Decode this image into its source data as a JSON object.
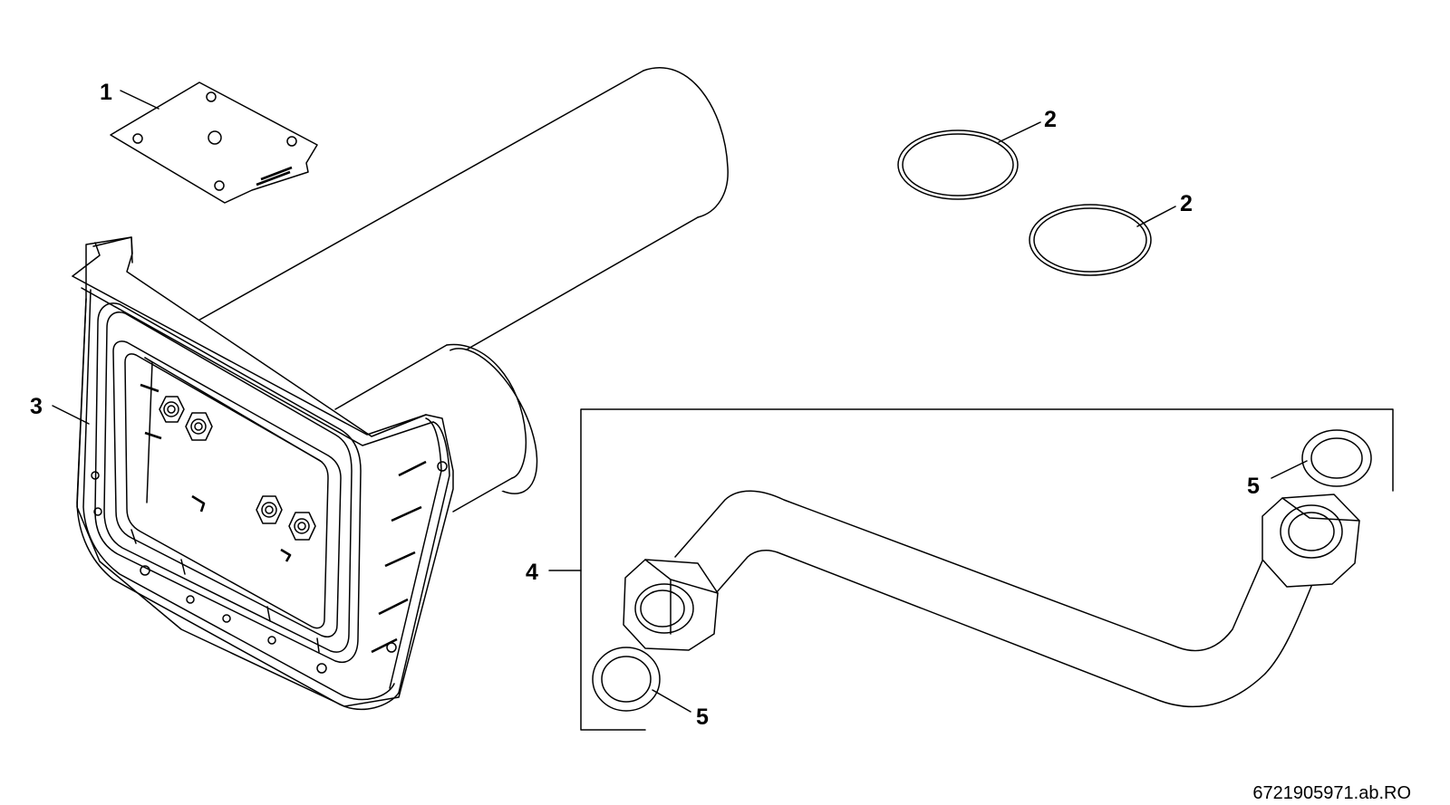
{
  "callouts": {
    "plate": "1",
    "ring_a": "2",
    "ring_b": "2",
    "flange": "3",
    "pipe_set": "4",
    "washer_right": "5",
    "washer_left": "5"
  },
  "drawing_code": "6721905971.ab.RO"
}
